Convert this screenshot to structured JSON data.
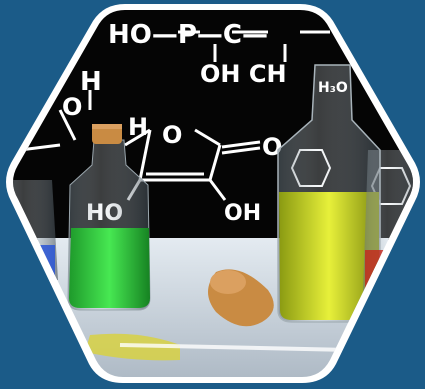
{
  "scene": {
    "background_color": "#1b5b88",
    "frame_color": "#ffffff",
    "board_color": "#050505",
    "table_color": "#c9d3dc"
  },
  "formula": {
    "top_row": "HO—P—C—",
    "second_row": "OH  CH",
    "left_h": "H",
    "left_o": "O",
    "ring_o": "O",
    "ring_h": "H",
    "carbonyl_o": "O",
    "ring_ho": "HO",
    "ring_oh": "OH",
    "right_label": "H₃O"
  },
  "icons": {
    "cork": "cork-stopper-icon",
    "bottle_green": "green-flask-icon",
    "bottle_yellow": "yellow-flask-icon"
  }
}
